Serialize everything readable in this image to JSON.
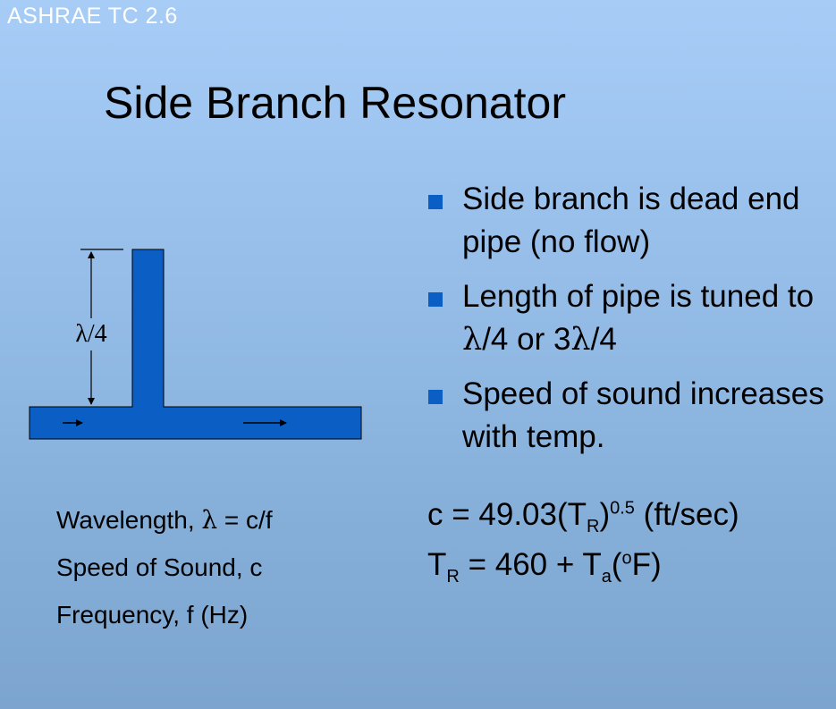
{
  "header": {
    "tag": "ASHRAE TC 2.6"
  },
  "slide": {
    "title": "Side Branch Resonator"
  },
  "diagram": {
    "length_label": "λ/4",
    "pipe_color": "#0b5fc4"
  },
  "bullets": [
    {
      "text": "Side branch is dead end pipe (no flow)"
    },
    {
      "text_pre": "Length of pipe is tuned to  ",
      "lambda1": "λ",
      "text_mid": "/4 or 3",
      "lambda2": "λ",
      "text_post": "/4"
    },
    {
      "text": "Speed of sound increases with temp."
    }
  ],
  "definitions": {
    "wavelength_pre": "Wavelength, ",
    "wavelength_lambda": "λ",
    "wavelength_post": " = c/f",
    "speed": "Speed of Sound, c",
    "frequency": "Frequency, f (Hz)"
  },
  "formulas": {
    "f1_pre": "c = 49.03(T",
    "f1_sub": "R",
    "f1_mid": ")",
    "f1_sup": "0.5",
    "f1_post": " (ft/sec)",
    "f2_pre": "T",
    "f2_sub1": "R",
    "f2_mid": " = 460 + T",
    "f2_sub2": "a",
    "f2_open": "(",
    "f2_sup": "o",
    "f2_post": "F)"
  },
  "colors": {
    "accent": "#0b5fc4",
    "header_text": "#ffffff"
  }
}
